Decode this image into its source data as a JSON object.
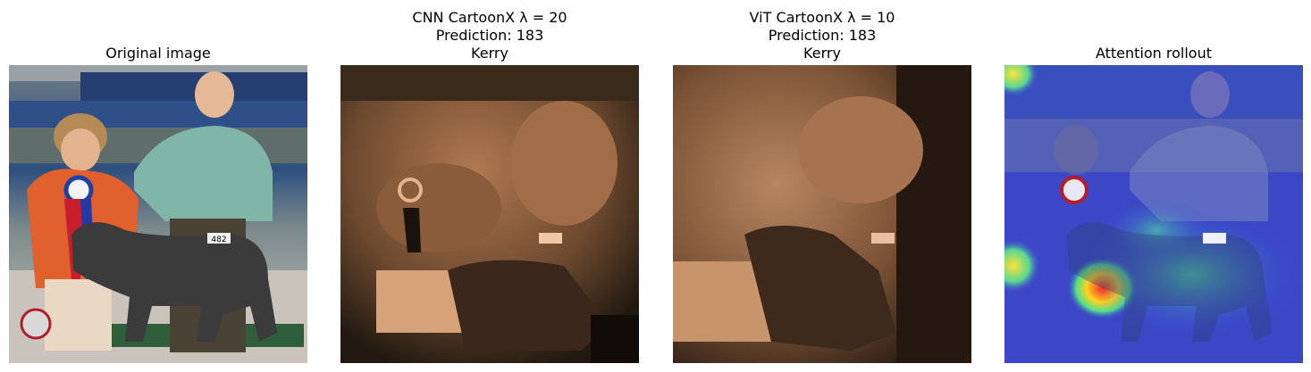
{
  "panels": [
    {
      "title": "Original image"
    },
    {
      "title": "CNN CartoonX λ = 20\nPrediction: 183\nKerry"
    },
    {
      "title": "ViT CartoonX λ = 10\nPrediction: 183\nKerry"
    },
    {
      "title": "Attention rollout"
    }
  ],
  "number_tag": "482"
}
